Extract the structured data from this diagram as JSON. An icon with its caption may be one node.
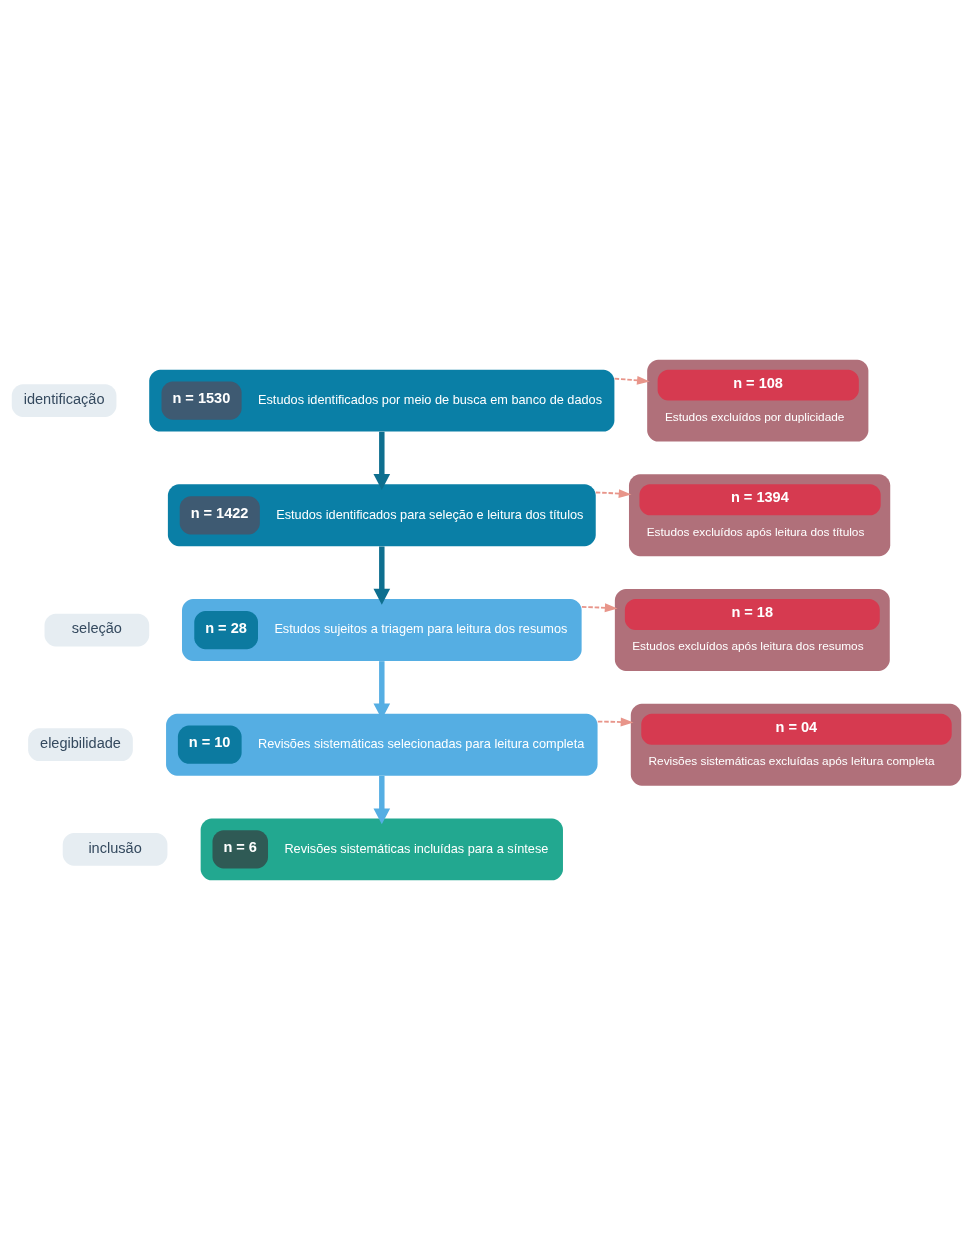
{
  "diagram": {
    "nodes": [
      {
        "text": [
          "identificação"
        ]
      },
      {
        "text": [
          "n = 1530",
          "Estudos identificados por meio de busca em banco de dados"
        ]
      },
      {
        "text": [
          "n = 108",
          "Estudos excluídos por duplicidade"
        ]
      },
      {
        "text": [
          "n = 1422",
          "Estudos identificados para seleção e leitura dos títulos"
        ]
      },
      {
        "text": [
          "n = 1394",
          "Estudos excluídos após leitura dos títulos"
        ]
      },
      {
        "text": [
          "seleção"
        ]
      },
      {
        "text": [
          "n = 28",
          "Estudos sujeitos a triagem para leitura dos resumos"
        ]
      },
      {
        "text": [
          "n = 18",
          "Estudos excluídos após leitura dos resumos"
        ]
      },
      {
        "text": [
          "elegibilidade"
        ]
      },
      {
        "text": [
          "n = 10",
          "Revisões sistemáticas selecionadas para leitura completa"
        ]
      },
      {
        "text": [
          "n = 04",
          "Revisões sistemáticas excluídas após leitura completa"
        ]
      },
      {
        "text": [
          "inclusão"
        ]
      },
      {
        "text": [
          "n = 6",
          "Revisões sistemáticas incluídas para a síntese"
        ]
      }
    ],
    "edges": [
      {
        "from": 1,
        "to": 3,
        "arrow": "to",
        "style": "thick",
        "color": "#0e6f8f"
      },
      {
        "from": 1,
        "to": 2,
        "arrow": "to",
        "style": "dashed"
      },
      {
        "from": 3,
        "to": 6,
        "arrow": "to",
        "style": "thick",
        "color": "#0e6f8f"
      },
      {
        "from": 3,
        "to": 4,
        "arrow": "to",
        "style": "dashed"
      },
      {
        "from": 6,
        "to": 9,
        "arrow": "to",
        "style": "thick",
        "color": "#55aee3"
      },
      {
        "from": 6,
        "to": 7,
        "arrow": "to",
        "style": "dashed"
      },
      {
        "from": 9,
        "to": 12,
        "arrow": "to",
        "style": "thick",
        "color": "#55aee3"
      },
      {
        "from": 9,
        "to": 10,
        "arrow": "to",
        "style": "dashed"
      }
    ]
  }
}
